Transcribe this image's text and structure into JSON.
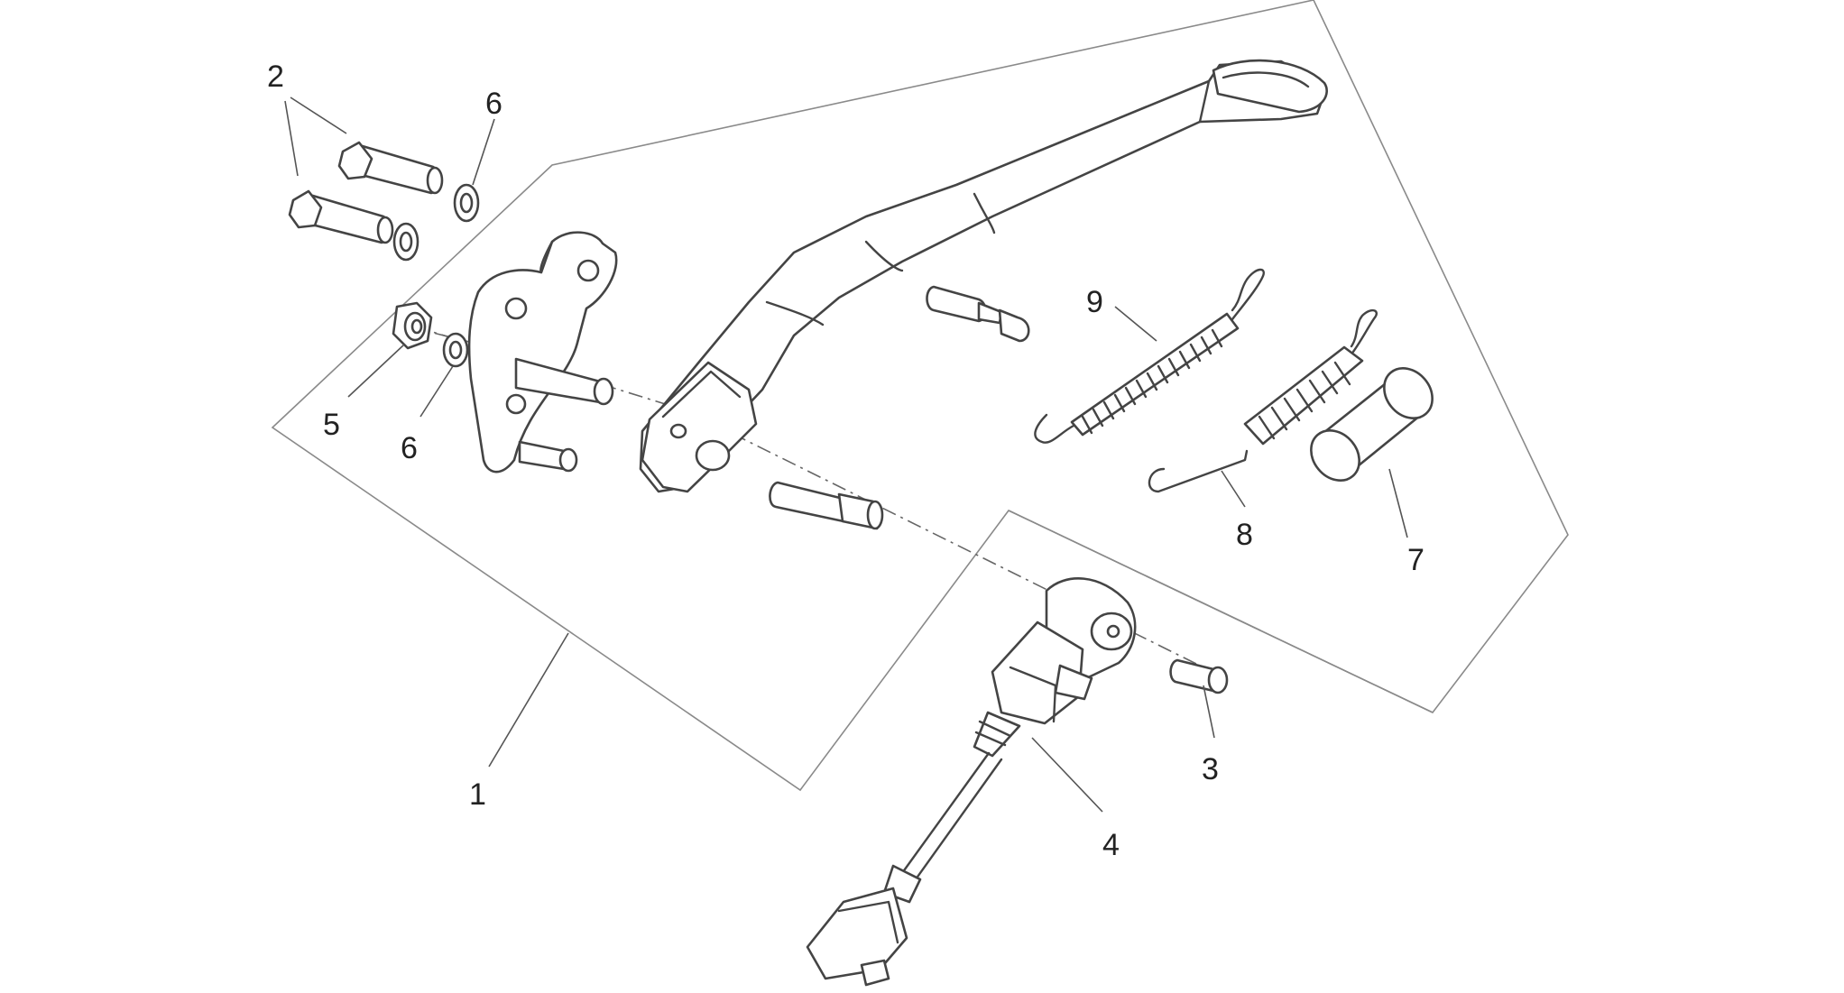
{
  "callouts": [
    {
      "id": "1",
      "label": "1"
    },
    {
      "id": "2",
      "label": "2"
    },
    {
      "id": "3",
      "label": "3"
    },
    {
      "id": "4",
      "label": "4"
    },
    {
      "id": "5",
      "label": "5"
    },
    {
      "id": "6a",
      "label": "6"
    },
    {
      "id": "6b",
      "label": "6"
    },
    {
      "id": "7",
      "label": "7"
    },
    {
      "id": "8",
      "label": "8"
    },
    {
      "id": "9",
      "label": "9"
    }
  ]
}
